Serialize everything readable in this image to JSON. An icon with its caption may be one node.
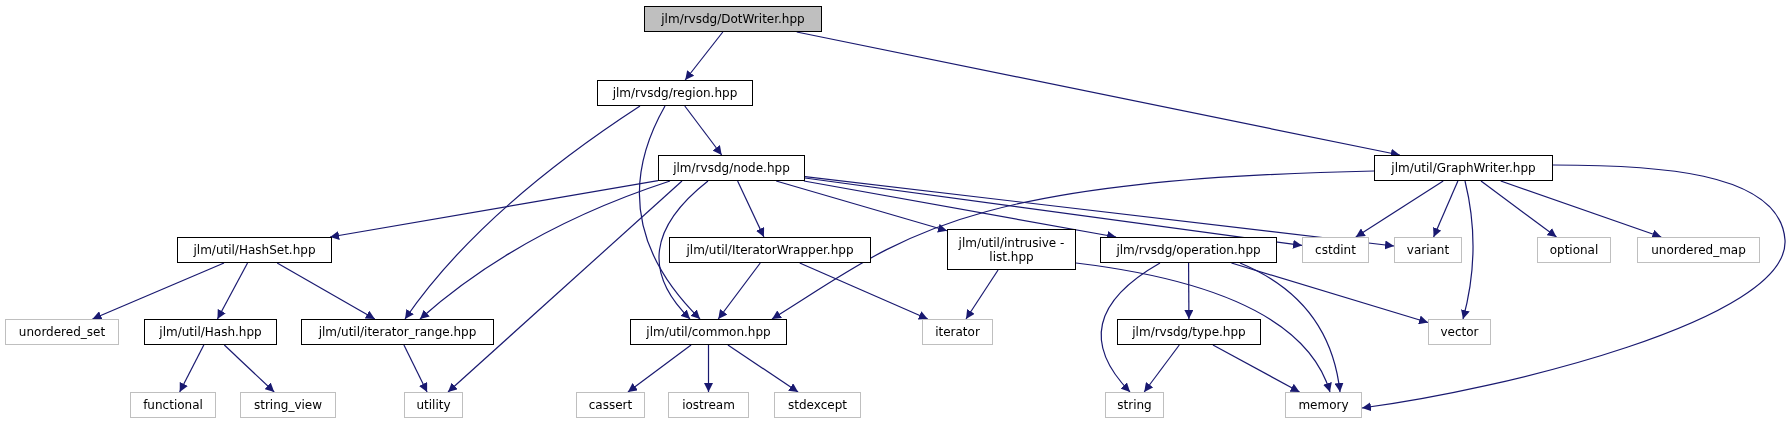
{
  "diagram": {
    "nodes": [
      {
        "text": [
          "jlm/rvsdg/DotWriter.hpp"
        ]
      },
      {
        "text": [
          "jlm/rvsdg/region.hpp"
        ]
      },
      {
        "text": [
          "jlm/rvsdg/node.hpp"
        ]
      },
      {
        "text": [
          "jlm/util/GraphWriter.hpp"
        ]
      },
      {
        "text": [
          "jlm/util/HashSet.hpp"
        ]
      },
      {
        "text": [
          "jlm/util/IteratorWrapper.hpp"
        ]
      },
      {
        "text": [
          "jlm/util/intrusive -list.hpp"
        ]
      },
      {
        "text": [
          "jlm/rvsdg/operation.hpp"
        ]
      },
      {
        "text": [
          "cstdint"
        ]
      },
      {
        "text": [
          "variant"
        ]
      },
      {
        "text": [
          "optional"
        ]
      },
      {
        "text": [
          "unordered_map"
        ]
      },
      {
        "text": [
          "unordered_set"
        ]
      },
      {
        "text": [
          "jlm/util/Hash.hpp"
        ]
      },
      {
        "text": [
          "jlm/util/iterator_range.hpp"
        ]
      },
      {
        "text": [
          "jlm/util/common.hpp"
        ]
      },
      {
        "text": [
          "iterator"
        ]
      },
      {
        "text": [
          "jlm/rvsdg/type.hpp"
        ]
      },
      {
        "text": [
          "vector"
        ]
      },
      {
        "text": [
          "functional"
        ]
      },
      {
        "text": [
          "string_view"
        ]
      },
      {
        "text": [
          "utility"
        ]
      },
      {
        "text": [
          "cassert"
        ]
      },
      {
        "text": [
          "iostream"
        ]
      },
      {
        "text": [
          "stdexcept"
        ]
      },
      {
        "text": [
          "string"
        ]
      },
      {
        "text": [
          "memory"
        ]
      }
    ],
    "edges": [
      {
        "from": 0,
        "to": 1,
        "arrow": "to"
      },
      {
        "from": 0,
        "to": 3,
        "arrow": "to"
      },
      {
        "from": 1,
        "to": 2,
        "arrow": "to"
      },
      {
        "from": 1,
        "to": 14,
        "arrow": "to"
      },
      {
        "from": 1,
        "to": 15,
        "arrow": "to"
      },
      {
        "from": 2,
        "to": 4,
        "arrow": "to"
      },
      {
        "from": 2,
        "to": 14,
        "arrow": "to"
      },
      {
        "from": 2,
        "to": 15,
        "arrow": "to"
      },
      {
        "from": 2,
        "to": 5,
        "arrow": "to"
      },
      {
        "from": 2,
        "to": 6,
        "arrow": "to"
      },
      {
        "from": 2,
        "to": 7,
        "arrow": "to"
      },
      {
        "from": 2,
        "to": 8,
        "arrow": "to"
      },
      {
        "from": 2,
        "to": 9,
        "arrow": "to"
      },
      {
        "from": 2,
        "to": 21,
        "arrow": "to"
      },
      {
        "from": 3,
        "to": 15,
        "arrow": "to"
      },
      {
        "from": 3,
        "to": 8,
        "arrow": "to"
      },
      {
        "from": 3,
        "to": 9,
        "arrow": "to"
      },
      {
        "from": 3,
        "to": 18,
        "arrow": "to"
      },
      {
        "from": 3,
        "to": 10,
        "arrow": "to"
      },
      {
        "from": 3,
        "to": 11,
        "arrow": "to"
      },
      {
        "from": 3,
        "to": 26,
        "arrow": "to"
      },
      {
        "from": 4,
        "to": 12,
        "arrow": "to"
      },
      {
        "from": 4,
        "to": 13,
        "arrow": "to"
      },
      {
        "from": 4,
        "to": 14,
        "arrow": "to"
      },
      {
        "from": 13,
        "to": 19,
        "arrow": "to"
      },
      {
        "from": 13,
        "to": 20,
        "arrow": "to"
      },
      {
        "from": 14,
        "to": 21,
        "arrow": "to"
      },
      {
        "from": 5,
        "to": 15,
        "arrow": "to"
      },
      {
        "from": 5,
        "to": 16,
        "arrow": "to"
      },
      {
        "from": 6,
        "to": 16,
        "arrow": "to"
      },
      {
        "from": 6,
        "to": 26,
        "arrow": "to"
      },
      {
        "from": 7,
        "to": 25,
        "arrow": "to"
      },
      {
        "from": 7,
        "to": 17,
        "arrow": "to"
      },
      {
        "from": 7,
        "to": 26,
        "arrow": "to"
      },
      {
        "from": 7,
        "to": 18,
        "arrow": "to"
      },
      {
        "from": 17,
        "to": 25,
        "arrow": "to"
      },
      {
        "from": 17,
        "to": 26,
        "arrow": "to"
      },
      {
        "from": 15,
        "to": 22,
        "arrow": "to"
      },
      {
        "from": 15,
        "to": 23,
        "arrow": "to"
      },
      {
        "from": 15,
        "to": 24,
        "arrow": "to"
      }
    ]
  }
}
